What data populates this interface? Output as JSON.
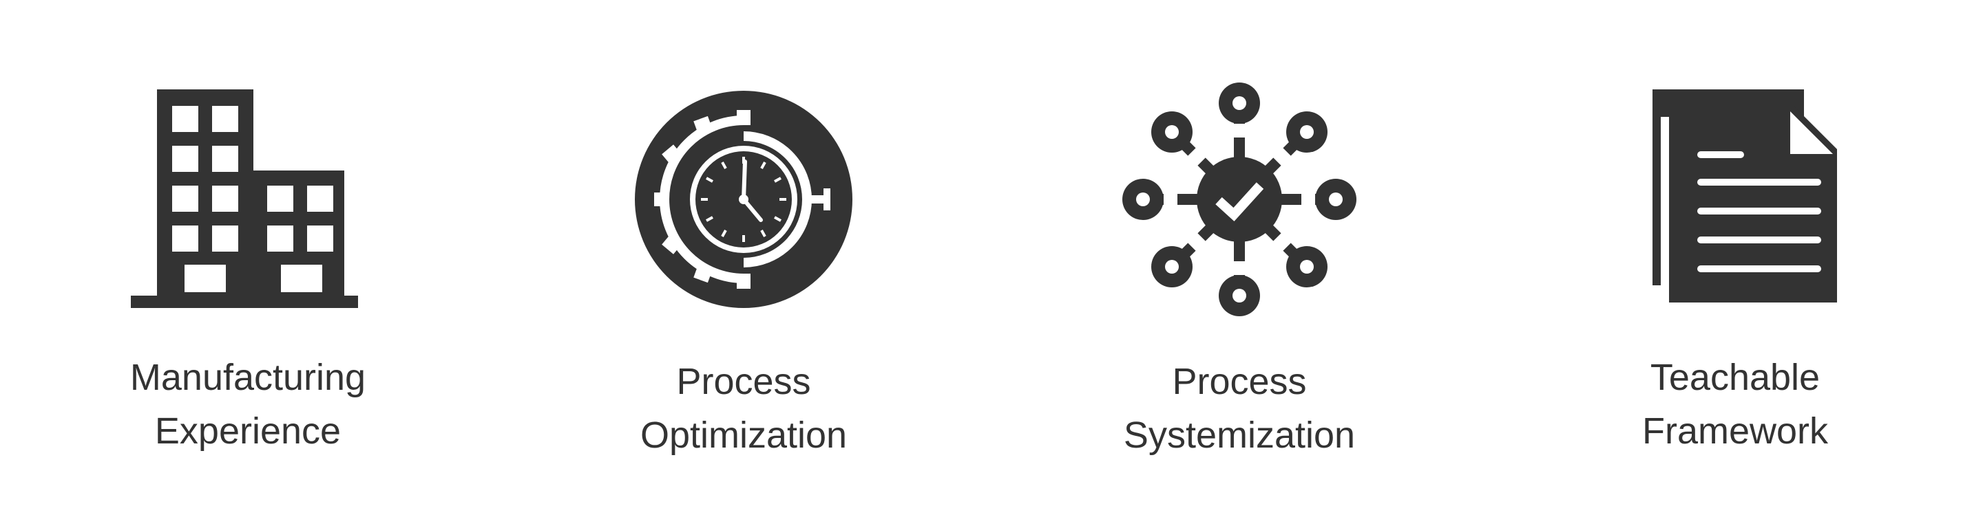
{
  "colors": {
    "icon": "#333333",
    "text": "#333333",
    "background": "#ffffff"
  },
  "features": [
    {
      "icon": "building-icon",
      "line1": "Manufacturing",
      "line2": "Experience"
    },
    {
      "icon": "gear-clock-icon",
      "line1": "Process",
      "line2": "Optimization"
    },
    {
      "icon": "network-check-icon",
      "line1": "Process",
      "line2": "Systemization"
    },
    {
      "icon": "document-icon",
      "line1": "Teachable",
      "line2": "Framework"
    }
  ]
}
